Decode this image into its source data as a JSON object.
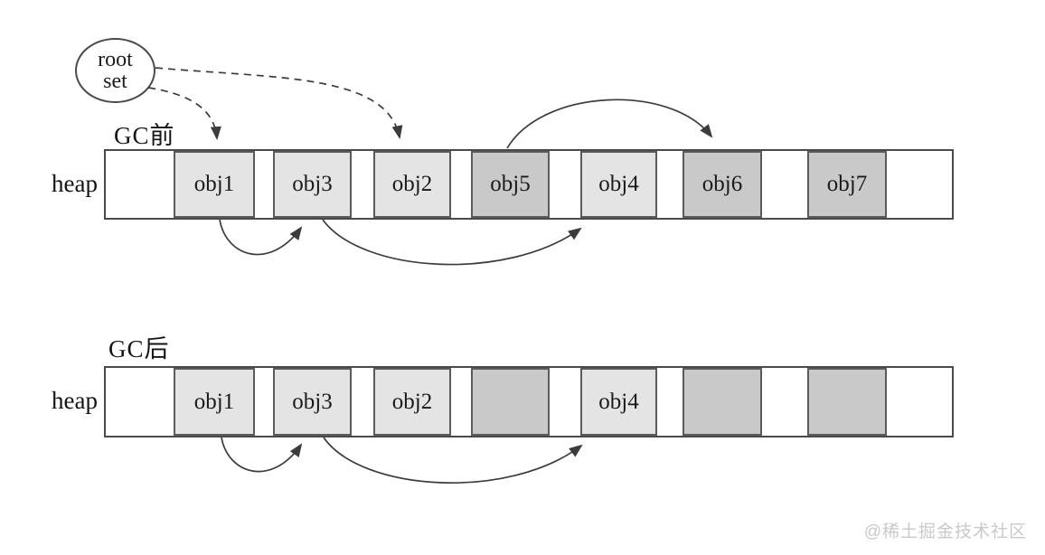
{
  "root_set": {
    "line1": "root",
    "line2": "set"
  },
  "sections": [
    {
      "title": "GC前",
      "heap_label": "heap",
      "blocks": [
        {
          "label": "obj1",
          "shade": "light"
        },
        {
          "label": "obj3",
          "shade": "light"
        },
        {
          "label": "obj2",
          "shade": "light"
        },
        {
          "label": "obj5",
          "shade": "dark"
        },
        {
          "label": "obj4",
          "shade": "light"
        },
        {
          "label": "obj6",
          "shade": "dark"
        },
        {
          "label": "obj7",
          "shade": "dark"
        }
      ]
    },
    {
      "title": "GC后",
      "heap_label": "heap",
      "blocks": [
        {
          "label": "obj1",
          "shade": "light"
        },
        {
          "label": "obj3",
          "shade": "light"
        },
        {
          "label": "obj2",
          "shade": "light"
        },
        {
          "label": "",
          "shade": "dark"
        },
        {
          "label": "obj4",
          "shade": "light"
        },
        {
          "label": "",
          "shade": "dark"
        },
        {
          "label": "",
          "shade": "dark"
        }
      ]
    }
  ],
  "arrows": [
    {
      "name": "root-to-obj1",
      "from": "root set",
      "to": "obj1",
      "style": "dashed"
    },
    {
      "name": "root-to-obj2",
      "from": "root set",
      "to": "obj2",
      "style": "dashed"
    },
    {
      "name": "obj5-to-obj6",
      "from": "obj5",
      "to": "obj6",
      "style": "solid"
    },
    {
      "name": "obj1-to-obj3-before",
      "from": "obj1",
      "to": "obj3",
      "style": "solid"
    },
    {
      "name": "obj3-to-obj4-before",
      "from": "obj3",
      "to": "obj4",
      "style": "solid"
    },
    {
      "name": "obj1-to-obj3-after",
      "from": "obj1",
      "to": "obj3",
      "style": "solid"
    },
    {
      "name": "obj3-to-obj4-after",
      "from": "obj3",
      "to": "obj4",
      "style": "solid"
    }
  ],
  "watermark": "@稀土掘金技术社区",
  "colors": {
    "block_light": "#e4e4e4",
    "block_dark": "#c9c9c9",
    "border": "#4a4a4a",
    "arrow": "#3c3c3c",
    "watermark": "#c9c9c9"
  }
}
